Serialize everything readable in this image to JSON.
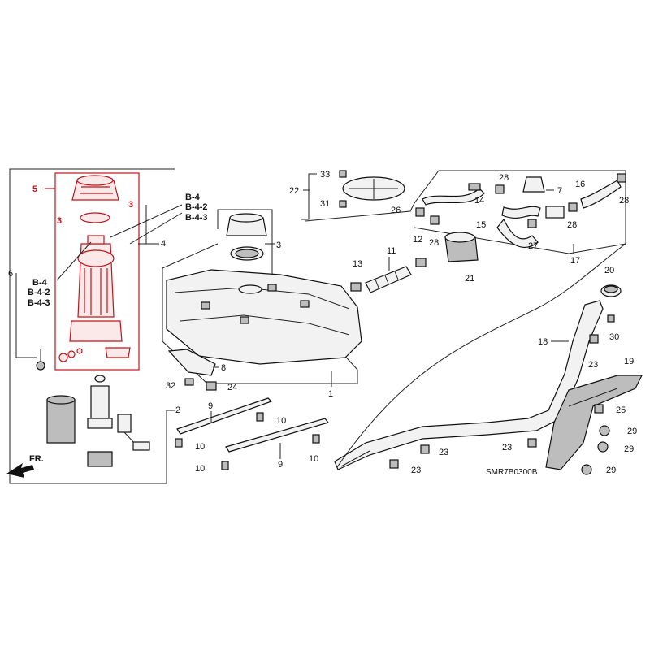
{
  "diagram": {
    "code": "SMR7B0300B",
    "front_arrow": "FR.",
    "callouts": {
      "c1": "1",
      "c2": "2",
      "c3a": "3",
      "c3b": "3",
      "c3c": "3",
      "c4": "4",
      "c5": "5",
      "c6": "6",
      "c7": "7",
      "c8": "8",
      "c9a": "9",
      "c9b": "9",
      "c10a": "10",
      "c10b": "10",
      "c10c": "10",
      "c10d": "10",
      "c11": "11",
      "c12": "12",
      "c13": "13",
      "c14": "14",
      "c15": "15",
      "c16": "16",
      "c17": "17",
      "c18": "18",
      "c19": "19",
      "c20": "20",
      "c21": "21",
      "c22": "22",
      "c23a": "23",
      "c23b": "23",
      "c23c": "23",
      "c24": "24",
      "c25": "25",
      "c26": "26",
      "c27": "27",
      "c28a": "28",
      "c28b": "28",
      "c28c": "28",
      "c28d": "28",
      "c29a": "29",
      "c29b": "29",
      "c29c": "29",
      "c30": "30",
      "c31": "31",
      "c32": "32",
      "c33": "33"
    },
    "refs": {
      "left": [
        "B-4",
        "B-4-2",
        "B-4-3"
      ],
      "top": [
        "B-4",
        "B-4-2",
        "B-4-3"
      ]
    },
    "colors": {
      "highlight": "#c0141a",
      "line": "#222222"
    }
  }
}
